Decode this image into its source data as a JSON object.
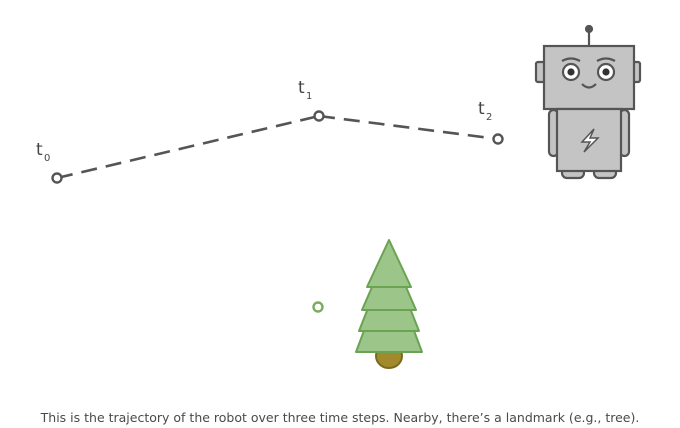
{
  "trajectory": {
    "points": [
      {
        "label": "t",
        "sub": "0"
      },
      {
        "label": "t",
        "sub": "1"
      },
      {
        "label": "t",
        "sub": "2"
      }
    ]
  },
  "colors": {
    "path": "#555555",
    "robot_body": "#c4c4c4",
    "robot_outline": "#555555",
    "tree_fill": "#9cc58a",
    "tree_outline": "#6aa352",
    "trunk": "#a08a2c",
    "landmark": "#7aab5f"
  },
  "icons": [
    "robot-icon",
    "tree-icon",
    "lightning-icon"
  ],
  "caption": "This is the trajectory of the robot over three time steps. Nearby, there’s a landmark (e.g., tree)."
}
